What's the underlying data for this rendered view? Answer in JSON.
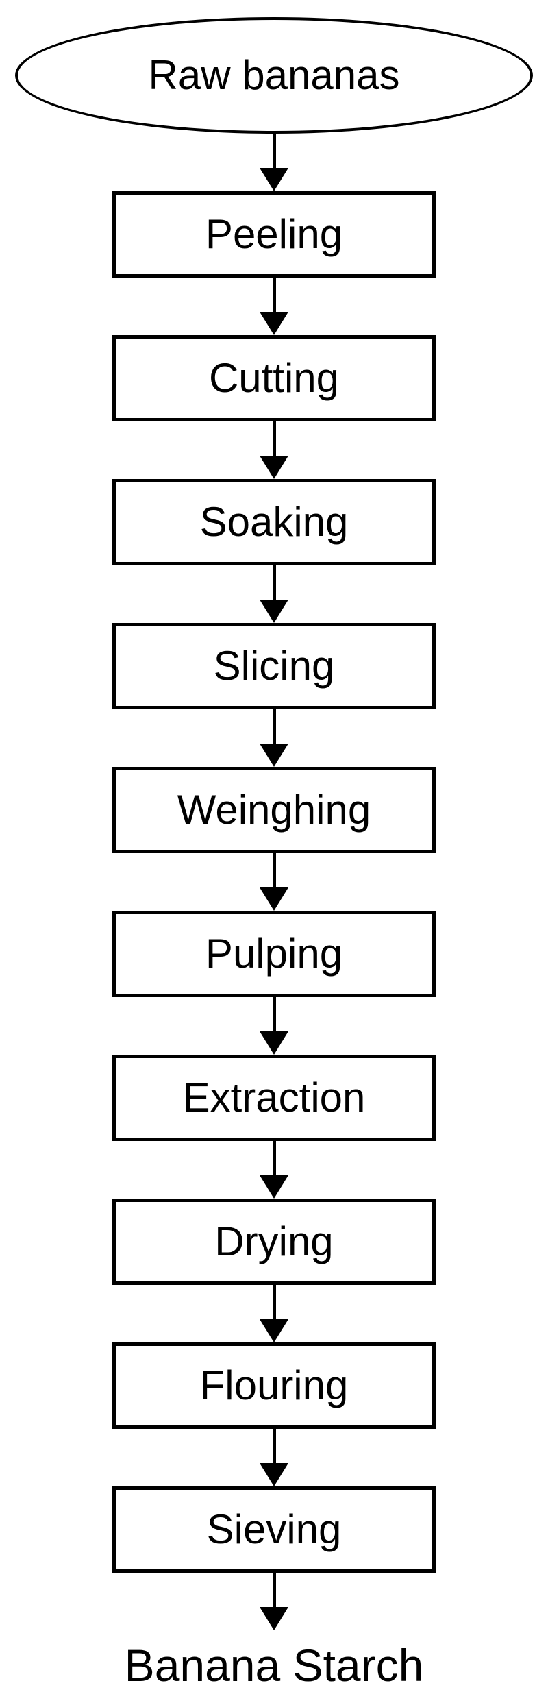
{
  "diagram_type": "flowchart",
  "colors": {
    "stroke": "#000000",
    "background": "#ffffff",
    "text": "#000000"
  },
  "start": {
    "label": "Raw bananas",
    "shape": "ellipse"
  },
  "steps": [
    {
      "label": "Peeling"
    },
    {
      "label": "Cutting"
    },
    {
      "label": "Soaking"
    },
    {
      "label": "Slicing"
    },
    {
      "label": "Weinghing"
    },
    {
      "label": "Pulping"
    },
    {
      "label": "Extraction"
    },
    {
      "label": "Drying"
    },
    {
      "label": "Flouring"
    },
    {
      "label": "Sieving"
    }
  ],
  "end": {
    "label": "Banana Starch",
    "shape": "text"
  }
}
